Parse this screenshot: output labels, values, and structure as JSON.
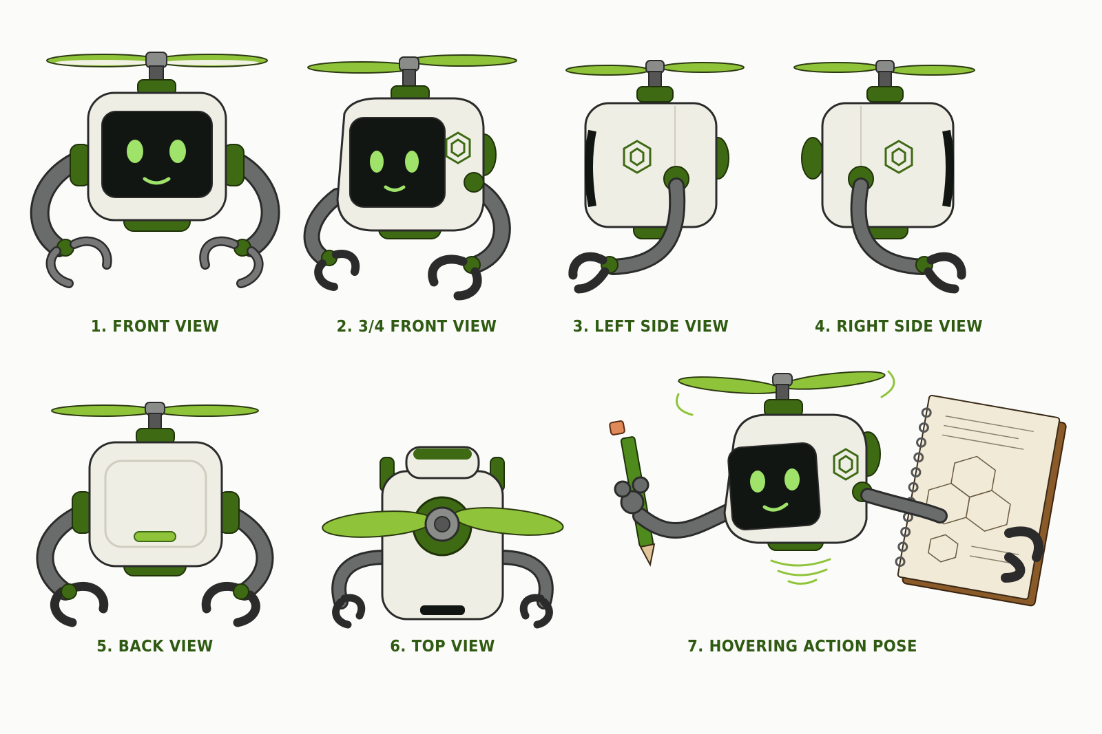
{
  "colors": {
    "background": "#fbfbf9",
    "caption": "#2f5a12",
    "body": "#efeee4",
    "green_dark": "#3e6a14",
    "green_light": "#8fc43a",
    "screen": "#121612",
    "eye_glow": "#9fe36a",
    "arm_metal": "#5f6160"
  },
  "icons": {
    "propeller": "propeller-icon",
    "emblem": "hexagon-emblem-icon",
    "pencil": "pencil-icon",
    "notebook": "notebook-icon"
  },
  "views": [
    {
      "label": "1. FRONT VIEW"
    },
    {
      "label": "2. 3/4 FRONT VIEW"
    },
    {
      "label": "3. LEFT SIDE VIEW"
    },
    {
      "label": "4. RIGHT SIDE VIEW"
    },
    {
      "label": "5. BACK VIEW"
    },
    {
      "label": "6. TOP VIEW"
    },
    {
      "label": "7. HOVERING ACTION POSE"
    }
  ]
}
